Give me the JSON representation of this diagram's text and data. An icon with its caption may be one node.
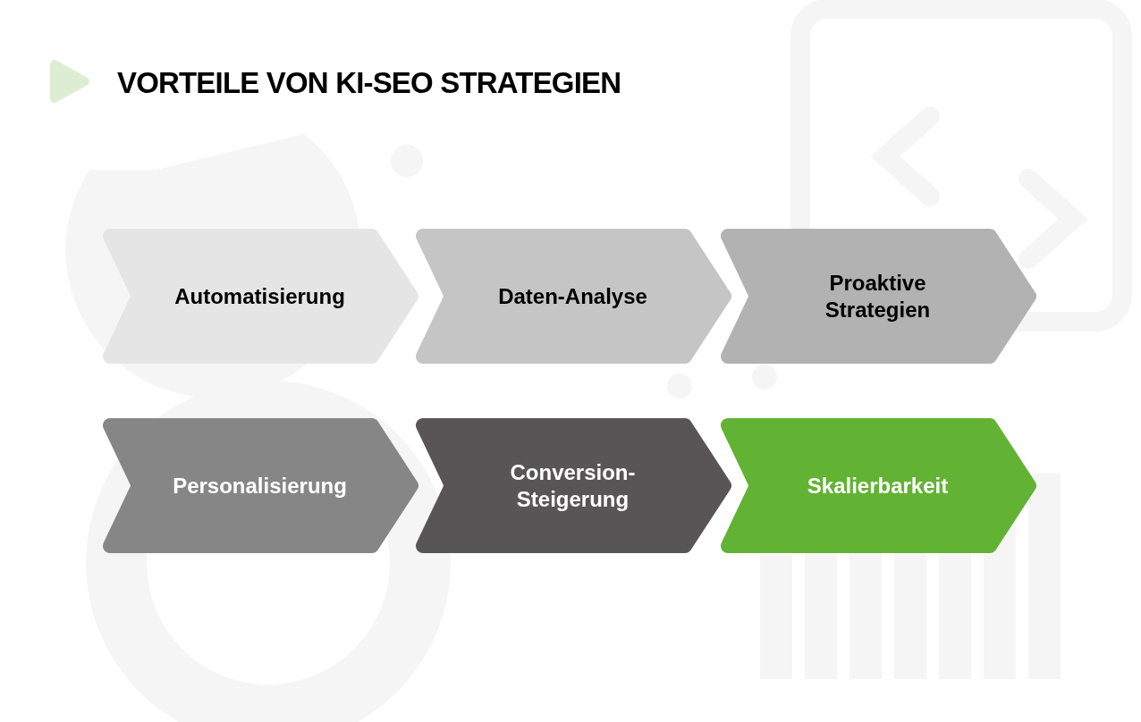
{
  "diagram": {
    "title": "VORTEILE VON KI-SEO STRATEGIEN",
    "nodes": [
      {
        "text": [
          "Automatisierung"
        ]
      },
      {
        "text": [
          "Daten-Analyse"
        ]
      },
      {
        "text": [
          "Proaktive Strategien"
        ]
      },
      {
        "text": [
          "Personalisierung"
        ]
      },
      {
        "text": [
          "Conversion-Steigerung"
        ]
      },
      {
        "text": [
          "Skalierbarkeit"
        ]
      }
    ]
  }
}
